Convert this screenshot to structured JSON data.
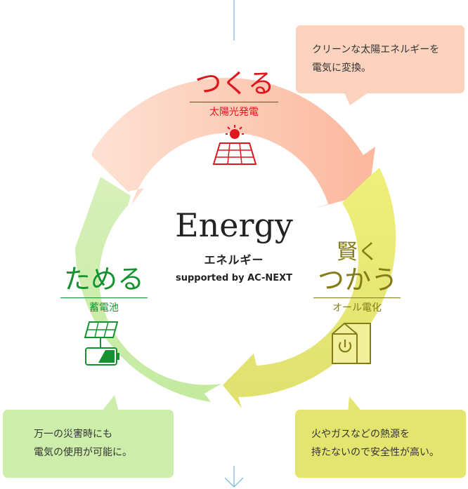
{
  "center": {
    "title": "Energy",
    "subtitle": "エネルギー",
    "credit": "supported by AC-NEXT"
  },
  "segments": {
    "make": {
      "heading": "つくる",
      "label": "太陽光発電",
      "icon": "solar-panel-sun-icon",
      "color": "#e0161e",
      "bubble": [
        "クリーンな太陽エネルギーを",
        "電気に変換。"
      ],
      "bubble_color": "#fbd2bd"
    },
    "use": {
      "heading_line1": "賢く",
      "heading_line2": "つかう",
      "label": "オール電化",
      "icon": "house-power-icon",
      "color": "#857c17",
      "bubble": [
        "火やガスなどの熱源を",
        "持たないので安全性が高い。"
      ],
      "bubble_color": "#e4e56e"
    },
    "store": {
      "heading": "ためる",
      "label": "蓄電池",
      "icon": "battery-panel-icon",
      "color": "#14922f",
      "bubble": [
        "万一の災害時にも",
        "電気の使用が可能に。"
      ],
      "bubble_color": "#cdeeaa"
    }
  },
  "connector_color": "#7eb9dc"
}
